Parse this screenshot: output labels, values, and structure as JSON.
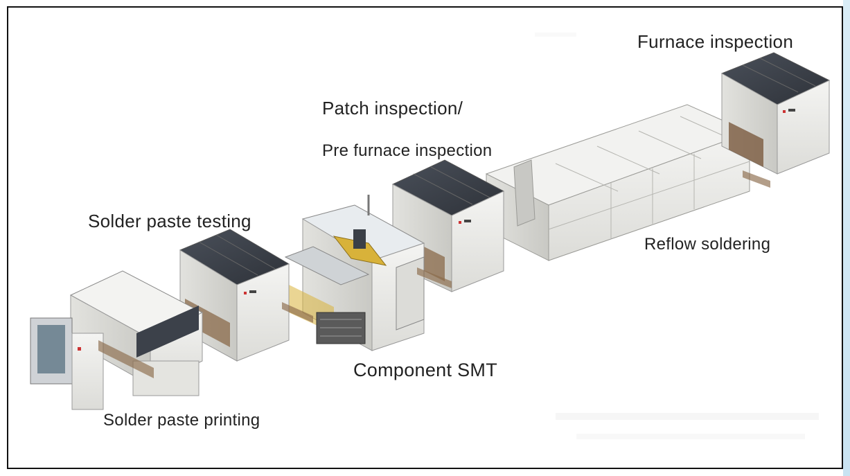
{
  "labels": {
    "furnace_inspection": "Furnace inspection",
    "patch_inspection_line1": "Patch inspection/",
    "patch_inspection_line2": "Pre furnace inspection",
    "solder_paste_testing": "Solder paste testing",
    "reflow_soldering": "Reflow soldering",
    "component_smt": "Component SMT",
    "solder_paste_printing": "Solder paste printing"
  },
  "colors": {
    "machine_body": "#ececea",
    "machine_side": "#d6d6d2",
    "dark_panel": "#3c414a",
    "frame_border": "#111111",
    "conveyor": "#8a6a4a",
    "accent_yellow": "#d8b23a"
  }
}
